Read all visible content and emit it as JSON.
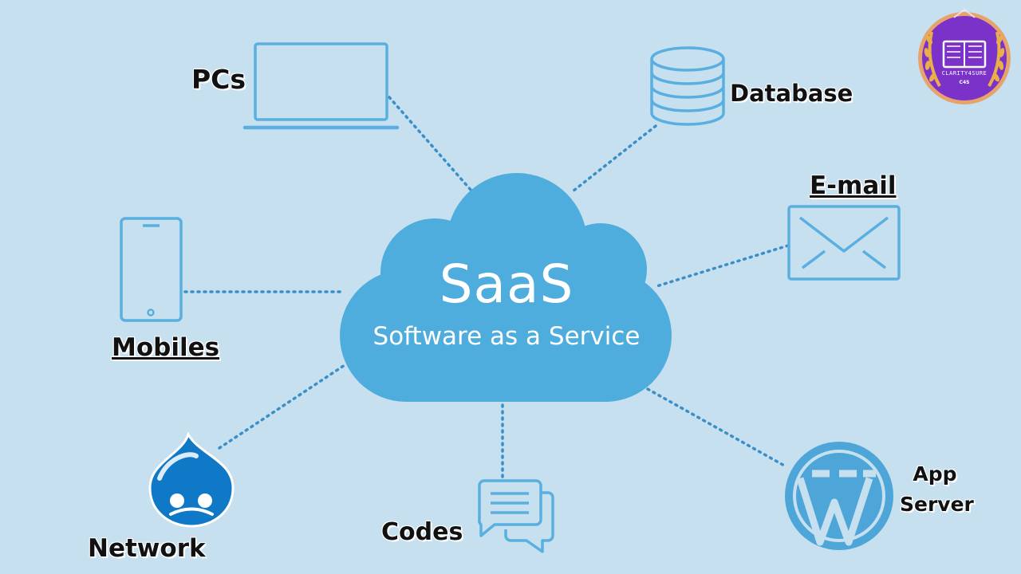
{
  "cloud": {
    "title": "SaaS",
    "subtitle": "Software as a Service"
  },
  "nodes": {
    "pcs": "PCs",
    "database": "Database",
    "email": "E-mail",
    "mobiles": "Mobiles",
    "network": "Network",
    "codes": "Codes",
    "app_server": [
      "App",
      "Server"
    ]
  },
  "badge": {
    "name": "CLARITY4SURE",
    "short": "C4S"
  },
  "colors": {
    "background": "#c6e0f0",
    "cloud": "#4eaddc",
    "icon_stroke": "#5aafe0",
    "connector": "#3a8fc8",
    "badge_bg": "#7b32c9",
    "badge_ring": "#e8a36b",
    "drupal_blue": "#0f78c7"
  },
  "icons": {
    "pcs": "laptop-icon",
    "database": "database-icon",
    "email": "envelope-icon",
    "mobiles": "smartphone-icon",
    "network": "drupal-drop-icon",
    "codes": "chat-bubbles-icon",
    "app_server": "wordpress-icon",
    "badge": "book-laurel-icon"
  }
}
